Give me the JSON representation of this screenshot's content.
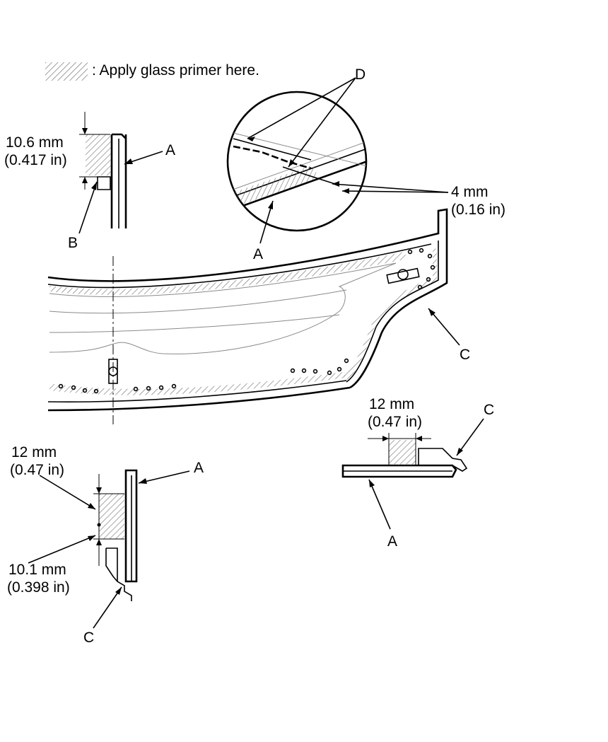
{
  "legend": {
    "text": ": Apply glass primer here."
  },
  "callouts": {
    "a": "A",
    "b": "B",
    "c": "C",
    "d": "D"
  },
  "dimensions": {
    "top_left_mm": "10.6 mm",
    "top_left_in": "(0.417 in)",
    "detail_mm": "4 mm",
    "detail_in": "(0.16 in)",
    "bottom_left_top_mm": "12 mm",
    "bottom_left_top_in": "(0.47 in)",
    "bottom_left_bottom_mm": "10.1 mm",
    "bottom_left_bottom_in": "(0.398 in)",
    "right_mm": "12 mm",
    "right_in": "(0.47 in)"
  }
}
